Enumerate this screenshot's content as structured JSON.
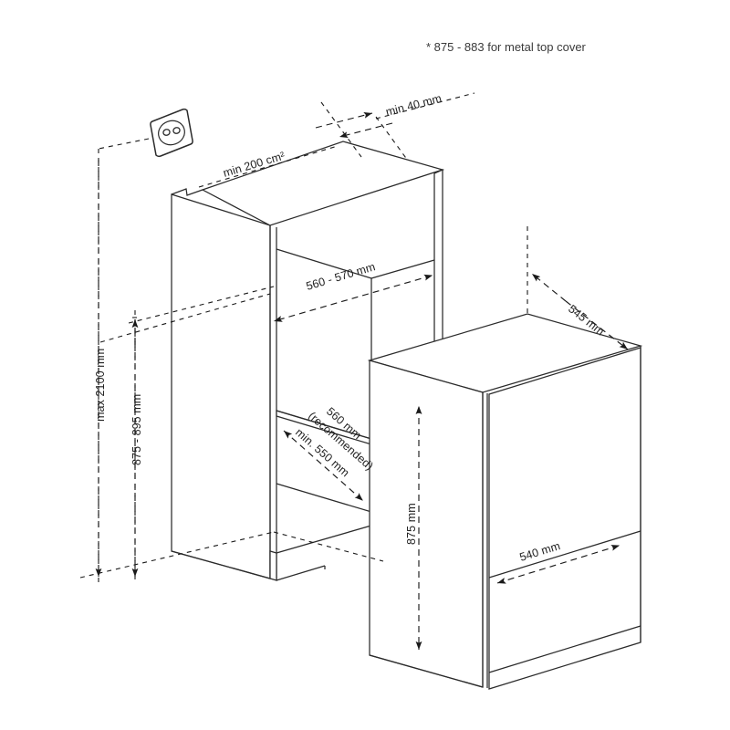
{
  "document": {
    "title": "Built-in appliance installation dimensions",
    "type": "technical-drawing",
    "view": "isometric",
    "background_color": "#ffffff",
    "line_color": "#2b2b2b",
    "text_color": "#1f1f1f"
  },
  "notes": {
    "top_right_note": "* 875 - 883 for metal top cover"
  },
  "dimensions": {
    "ventilation_area": "min 200 cm²",
    "top_gap": "min 40 mm",
    "niche_width": "560 - 570 mm",
    "max_socket_height": "max 2100 mm",
    "niche_height": "875 - 895 mm",
    "niche_depth_main": "560 mm",
    "niche_depth_recommended": "(recommended)",
    "niche_depth_min": "min. 550 mm",
    "appliance_depth": "545 mm",
    "appliance_height": "875 mm",
    "appliance_width": "540 mm"
  },
  "objects": {
    "cabinet_label": "kitchen-cabinet-niche",
    "appliance_label": "built-in-appliance",
    "socket_label": "wall-power-socket"
  }
}
